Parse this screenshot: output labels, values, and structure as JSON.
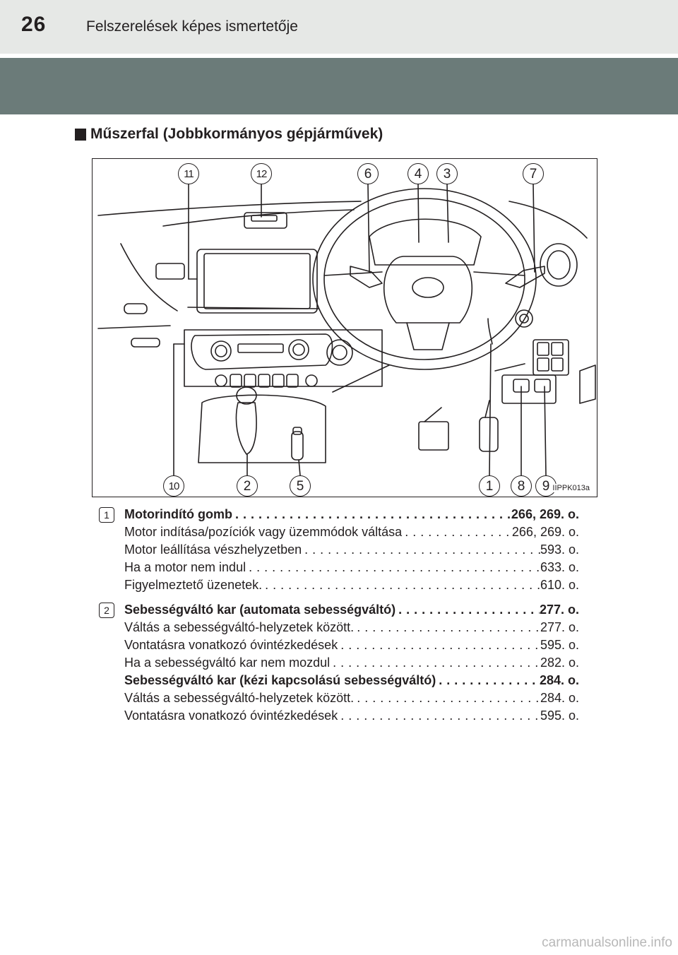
{
  "header": {
    "page_number": "26",
    "title": "Felszerelések képes ismertetője"
  },
  "section": {
    "title": "Műszerfal (Jobbkormányos gépjárművek)"
  },
  "figure": {
    "code": "IIPPK013a",
    "callouts_top": [
      "11",
      "12",
      "6",
      "4",
      "3",
      "7"
    ],
    "callouts_bottom": [
      "10",
      "2",
      "5",
      "1",
      "8",
      "9"
    ]
  },
  "entries": [
    {
      "number": "1",
      "lines": [
        {
          "text": "Motorindító gomb",
          "ref": "266, 269. o.",
          "bold": true
        },
        {
          "text": "Motor indítása/pozíciók vagy üzemmódok váltása",
          "ref": "266, 269. o.",
          "bold": false
        },
        {
          "text": "Motor leállítása vészhelyzetben",
          "ref": "593. o.",
          "bold": false
        },
        {
          "text": "Ha a motor nem indul",
          "ref": "633. o.",
          "bold": false
        },
        {
          "text": "Figyelmeztető üzenetek.",
          "ref": "610. o.",
          "bold": false
        }
      ]
    },
    {
      "number": "2",
      "lines": [
        {
          "text": "Sebességváltó kar (automata sebességváltó)",
          "ref": "277. o.",
          "bold": true
        },
        {
          "text": "Váltás a sebességváltó-helyzetek között.",
          "ref": "277. o.",
          "bold": false
        },
        {
          "text": "Vontatásra vonatkozó óvintézkedések",
          "ref": "595. o.",
          "bold": false
        },
        {
          "text": "Ha a sebességváltó kar nem mozdul",
          "ref": "282. o.",
          "bold": false
        },
        {
          "text": "Sebességváltó kar (kézi kapcsolású sebességváltó)",
          "ref": "284. o.",
          "bold": true
        },
        {
          "text": "Váltás a sebességváltó-helyzetek között.",
          "ref": "284. o.",
          "bold": false
        },
        {
          "text": "Vontatásra vonatkozó óvintézkedések",
          "ref": "595. o.",
          "bold": false
        }
      ]
    }
  ],
  "watermark": "carmanualsonline.info"
}
